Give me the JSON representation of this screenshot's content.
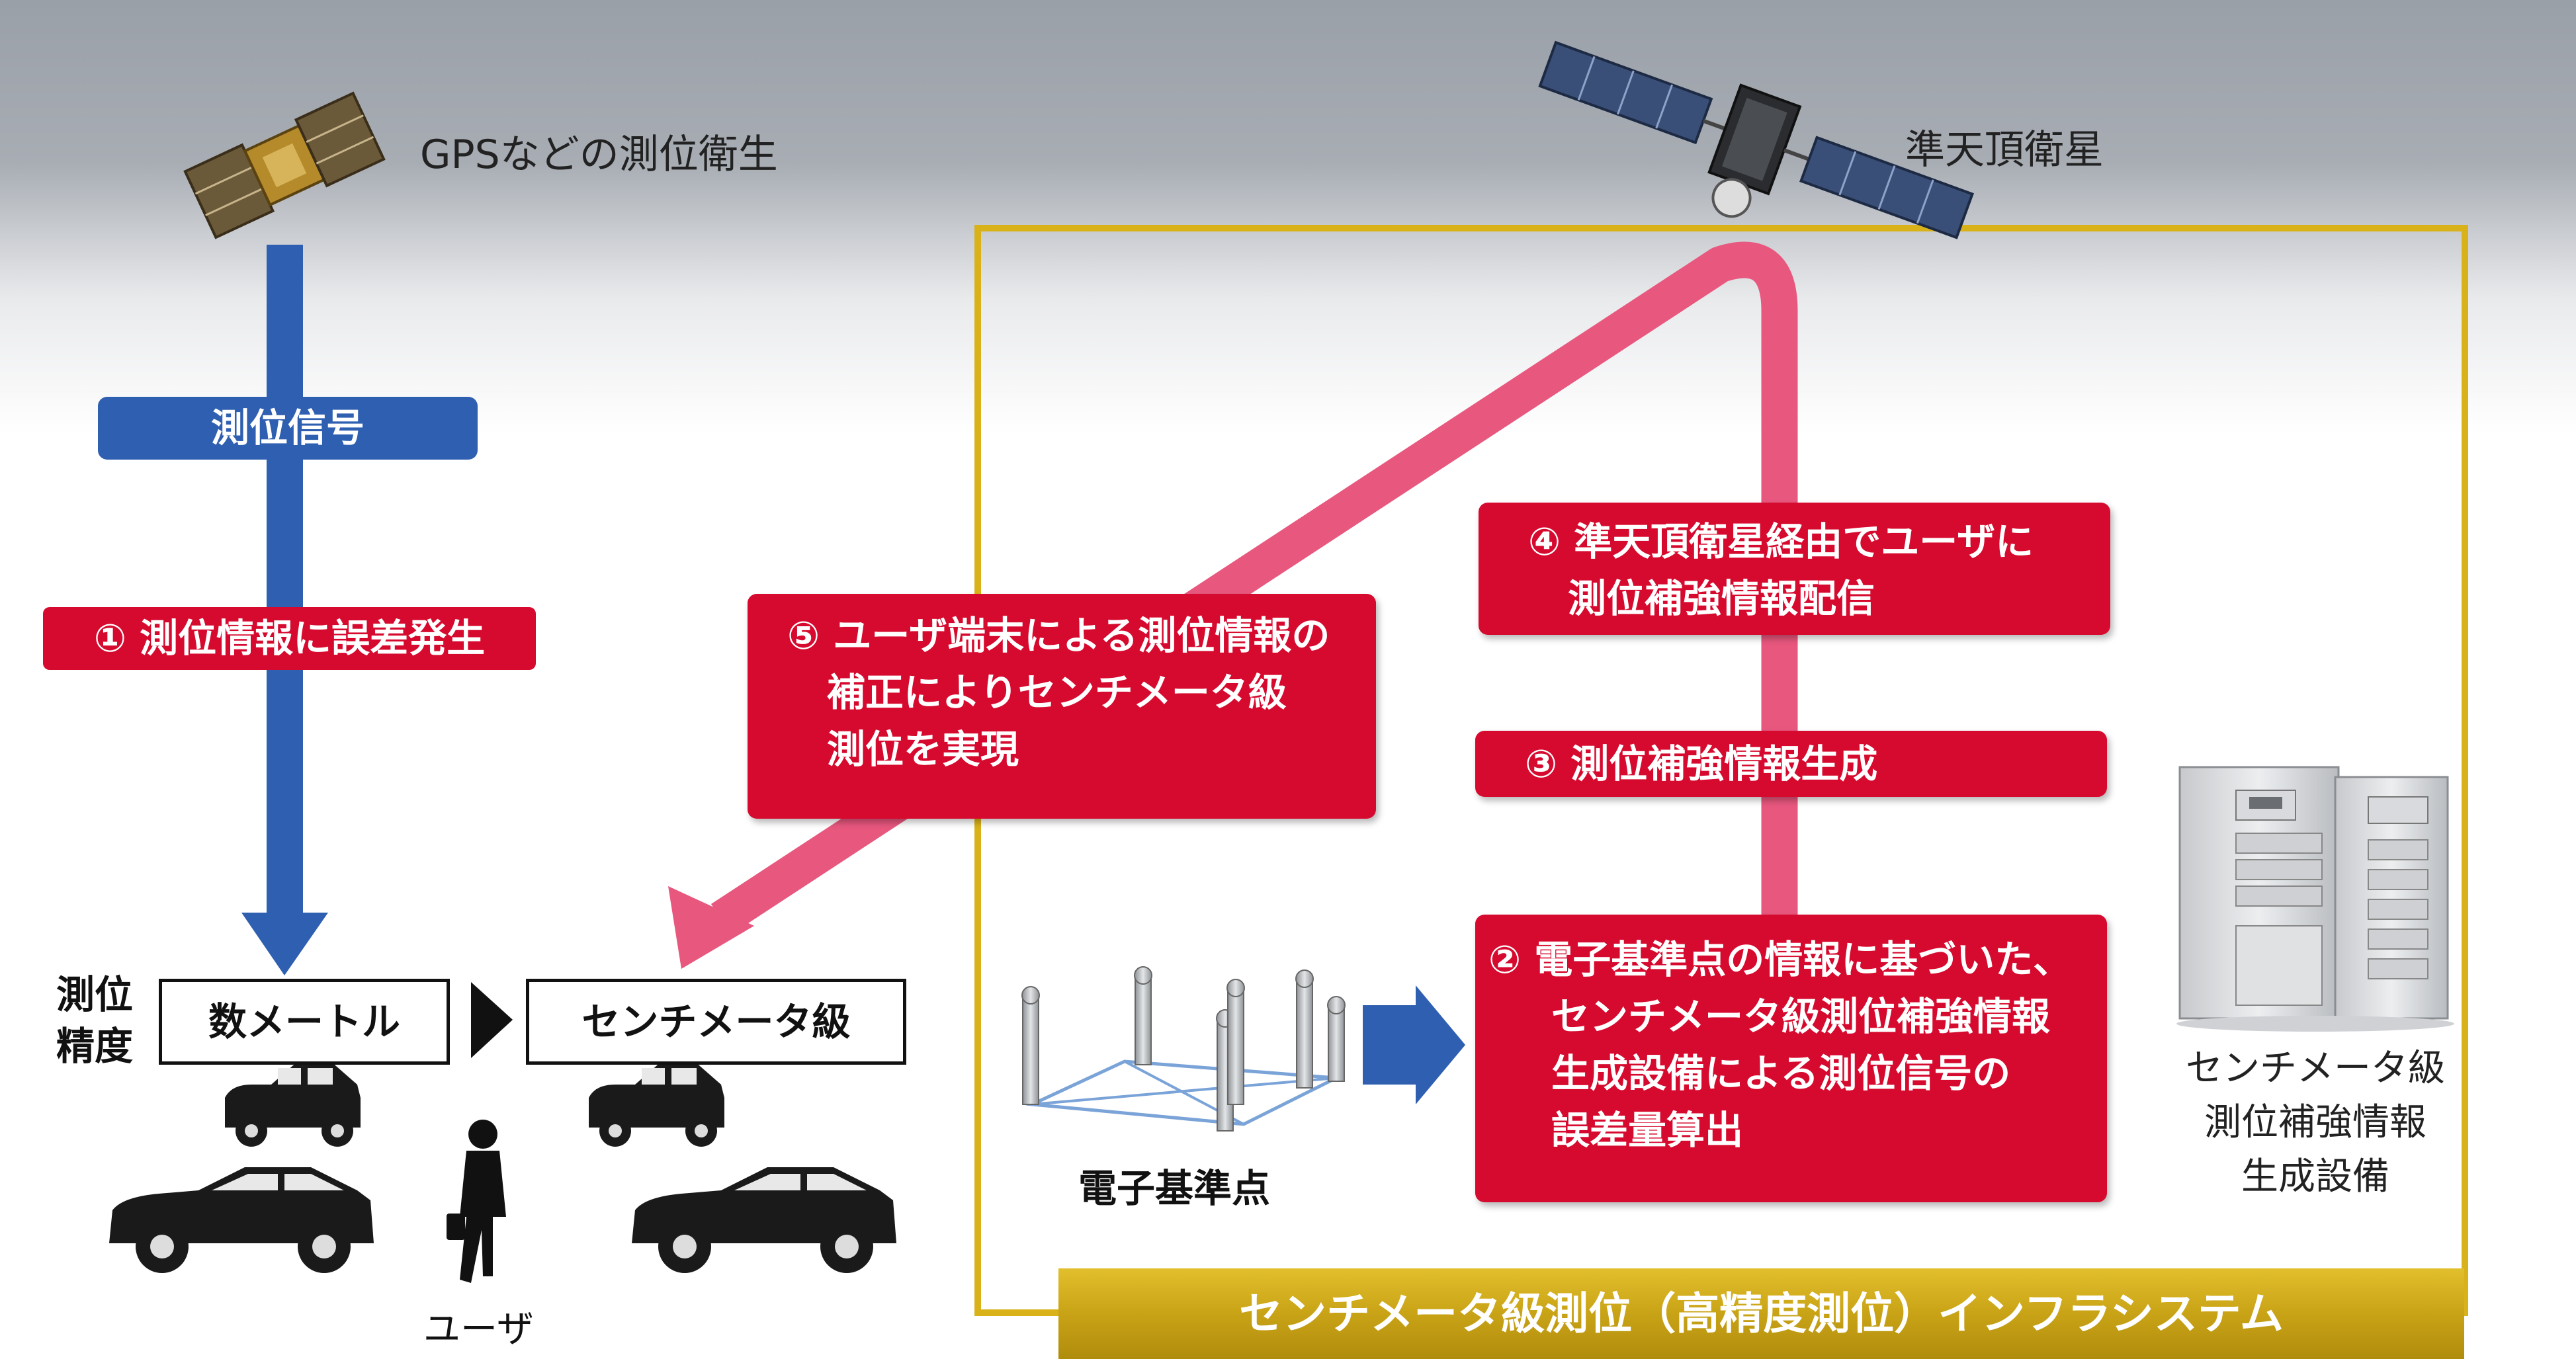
{
  "satellites": {
    "gps_label": "GPSなどの測位衛生",
    "qzss_label": "準天頂衛星"
  },
  "signal_label": "測位信号",
  "steps": {
    "step1": "① 測位情報に誤差発生",
    "step2": [
      "② 電子基準点の情報に基づいた、",
      "センチメータ級測位補強情報",
      "生成設備による測位信号の",
      "誤差量算出"
    ],
    "step3": "③ 測位補強情報生成",
    "step4": [
      "④ 準天頂衛星経由でユーザに",
      "測位補強情報配信"
    ],
    "step5": [
      "⑤ ユーザ端末による測位情報の",
      "補正によりセンチメータ級",
      "測位を実現"
    ]
  },
  "accuracy": {
    "label_line1": "測位",
    "label_line2": "精度",
    "before": "数メートル",
    "after": "センチメータ級"
  },
  "user_label": "ユーザ",
  "reference_point_label": "電子基準点",
  "facility_label": [
    "センチメータ級",
    "測位補強情報",
    "生成設備"
  ],
  "infrastructure_title": "センチメータ級測位（高精度測位）インフラシステム",
  "colors": {
    "red_box": "#d60a2e",
    "blue_arrow": "#2f5fb0",
    "pink_arrow": "#e8577e",
    "gold_frame": "#d9b21a"
  }
}
